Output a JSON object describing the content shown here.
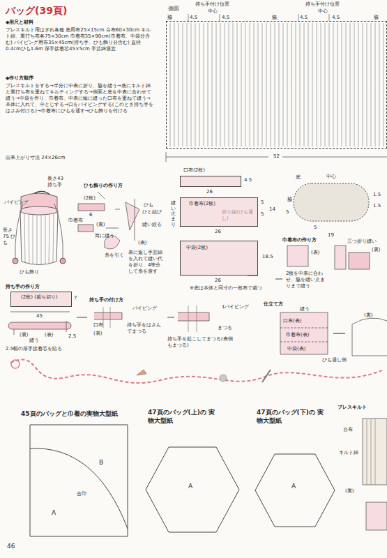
{
  "diagram": {
    "title": "バッグ(39頁)",
    "nodes": [
      {
        "text": [
          "側面"
        ]
      },
      {
        "text": [
          "口布(2枚)"
        ]
      },
      {
        "text": [
          "巾着布(2枚)"
        ]
      },
      {
        "text": [
          "中袋(2枚)"
        ]
      },
      {
        "text": [
          "底"
        ]
      },
      {
        "text": [
          "(2枚) (裁ち切り)"
        ]
      },
      {
        "text": [
          "B",
          "合印",
          "A"
        ]
      },
      {
        "text": [
          "A"
        ]
      },
      {
        "text": [
          "A"
        ]
      }
    ],
    "labels": [
      "◆用尺と材料",
      "プレスキルト用はぎれ各種 底用布25×15cm 台布60×30cm キルト綿、裏打ち布各75×30cm 巾着布35×90cm(巾着布、中袋分含む) パイピング用布35×45cm(持ち手、ひも飾り分含む) 直径0.4cmひも1.6m 厚手接着芯45×5cm 手芸綿適宜",
      "◆作り方順序",
      "プレスキルトをする→半分に中表に折り、脇を縫う→底にキルト綿と裏打ち布を重ねてキルティングする→側面と底を中表に合わせて縫う→中袋を作り、巾着布、中表に輪に縫った口布を重ねて縫う→本体に入れて、中とじする→口をパイピングする(このとき持ち手をはさみ付ける)→巾着布にひもを通す→ひも飾りを付ける",
      "出来上がり寸法 24×26cm",
      "持ち手付け位置",
      "中心",
      "4.5",
      "4.5",
      "脇",
      "持ち手付け位置",
      "中心",
      "4.5",
      "4.5",
      "脇",
      "脇",
      "52",
      "26",
      "4.5",
      "縫い止まり",
      "折り線(ひも通し)",
      "5",
      "5",
      "14",
      "26",
      "18.5",
      "26",
      "※底は本体と同寸の一枚布で裁つ",
      "中心",
      "脇",
      "1.5",
      "1.5",
      "5",
      "5",
      "19",
      "巾着布の作り方",
      "(表)",
      "(裏)",
      "三つ折り縫い",
      "2枚を中表に合わせ、脇を縫い止まりまで縫う",
      "仕立て方",
      "縫う",
      "口布(表)",
      "巾着布(表)",
      "中袋(表)",
      "ひも通し側",
      "(裏)",
      "パイピング",
      "長さ43 持ち手",
      "巾着布",
      "長さ75 ひも",
      "ひも飾り",
      "ひも飾りの作り方",
      "(2枚)",
      "6",
      "ひと結び",
      "(裏)",
      "縫い絞る",
      "筒に縫う",
      "(表)",
      "ひも",
      "糸を引く",
      "表に返し手芸綿を入れて縫い代を折り、4等分して糸を渡す",
      "持ち手の作り方",
      "7",
      "45",
      "(裏)",
      "(表)",
      "2.5",
      "縫う",
      "2.5幅の厚手接着芯を貼る",
      "持ち手の付け方",
      "パイピング",
      "口布",
      "(表)",
      "持ち手をはさんでまつる",
      "1パイピング",
      "まつる",
      "持ち手を起こしてまつる(表側もまつる)",
      "45頁のバッグと巾着の実物大型紙",
      "47頁のバッグ(上)の 実物大型紙",
      "47頁のバッグ(下)の 実物大型紙",
      "プレスキルト",
      "台布",
      "キルト綿",
      "(裏)",
      "46"
    ]
  }
}
